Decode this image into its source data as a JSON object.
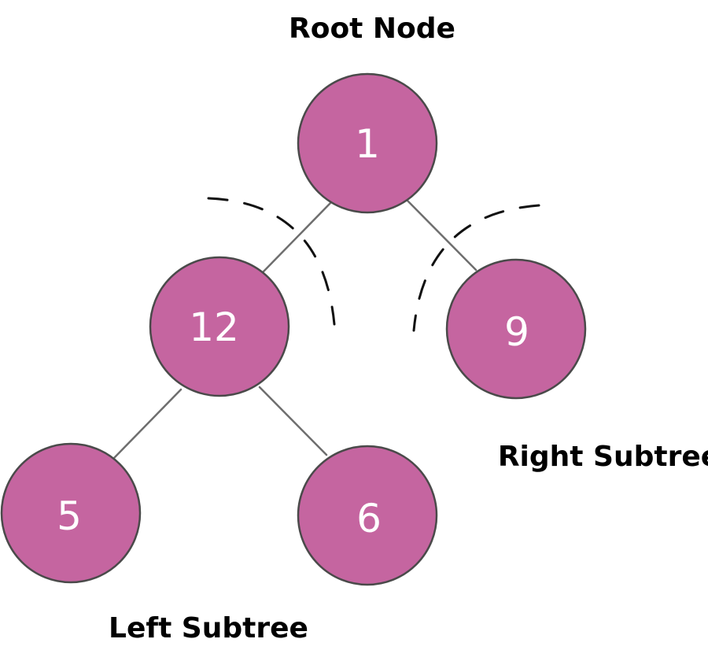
{
  "labels": {
    "root": "Root Node",
    "left_subtree": "Left Subtree",
    "right_subtree": "Right Subtree"
  },
  "tree": {
    "root": "1",
    "left_child": "12",
    "right_child": "9",
    "left_left": "5",
    "left_right": "6"
  },
  "colors": {
    "node_fill": "#c565a0",
    "node_border": "#4a4a4a",
    "edge": "#6e6e6e",
    "text": "#000000",
    "node_text": "#ffffff"
  }
}
